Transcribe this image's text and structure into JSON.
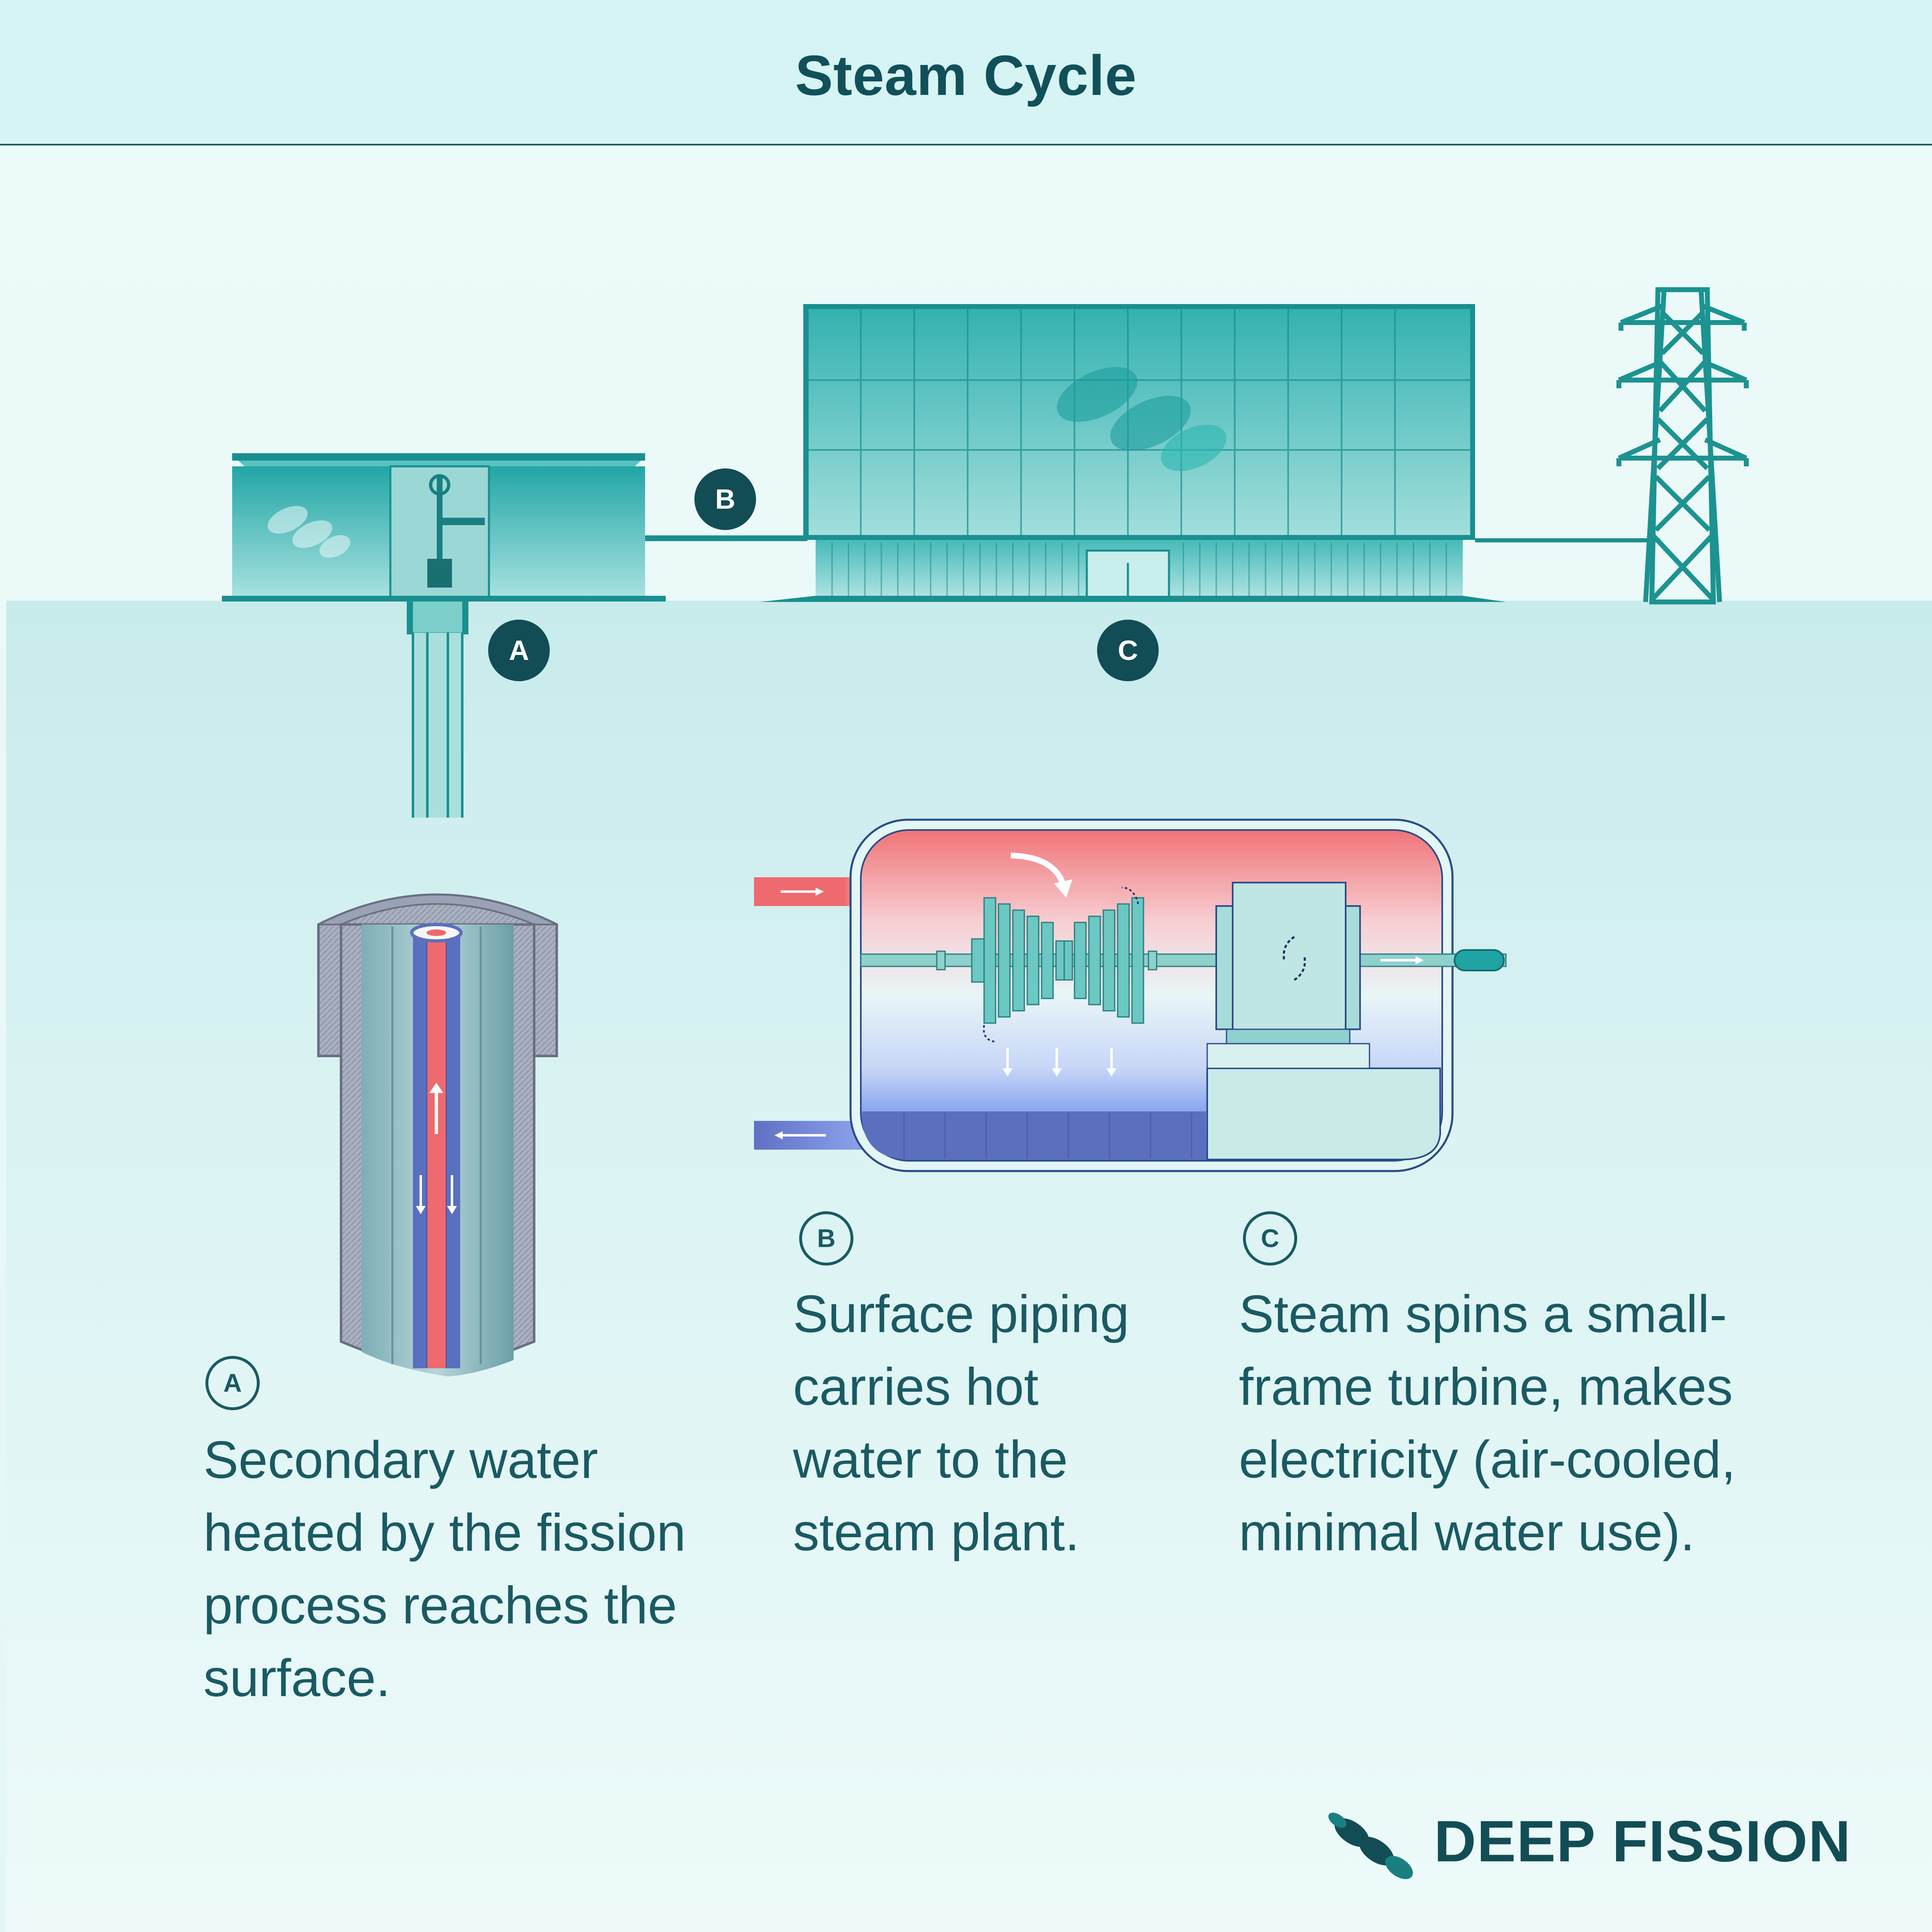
{
  "header": {
    "title": "Steam Cycle"
  },
  "map_badges": {
    "a": "A",
    "b": "B",
    "c": "C"
  },
  "captions": [
    {
      "badge": "A",
      "text": "Secondary water\nheated by the fission\nprocess reaches the\nsurface."
    },
    {
      "badge": "B",
      "text": "Surface piping\ncarries hot\nwater to the\nsteam plant."
    },
    {
      "badge": "C",
      "text": "Steam spins a small-\nframe turbine, makes\nelectricity (air-cooled,\nminimal water use)."
    }
  ],
  "brand": {
    "name": "DEEP FISSION",
    "logo_icon": "leaf-logo-icon"
  },
  "colors": {
    "teal": "#1fa3a3",
    "dark_teal": "#124d55",
    "hot_red": "#ee6a6f",
    "cold_blue": "#5b6fbf",
    "ground": "#cdeeef",
    "sky": "#eaf9f9"
  }
}
